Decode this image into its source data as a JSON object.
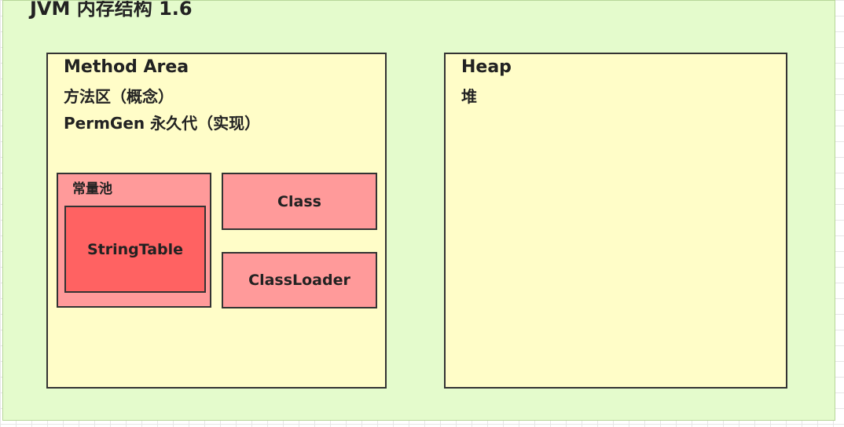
{
  "diagram": {
    "title": "JVM 内存结构 1.6",
    "method_area": {
      "title": "Method Area",
      "subtitle1": "方法区（概念）",
      "subtitle2": "PermGen 永久代（实现）",
      "constant_pool": {
        "label": "常量池",
        "string_table": "StringTable"
      },
      "class_label": "Class",
      "classloader_label": "ClassLoader"
    },
    "heap": {
      "title": "Heap",
      "subtitle": "堆"
    }
  },
  "colors": {
    "background": "#e4fbcc",
    "box_fill": "#fffdc8",
    "light_red": "#ff9a9a",
    "red": "#ff6262"
  }
}
